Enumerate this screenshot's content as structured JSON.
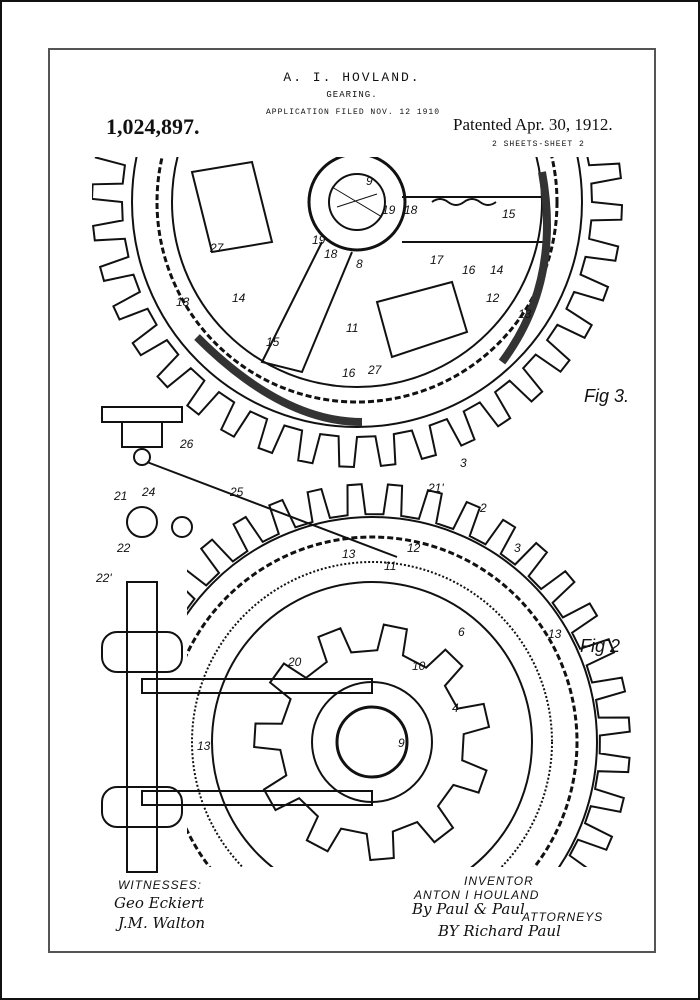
{
  "header": {
    "inventor_name": "A. I. HOVLAND.",
    "subject": "GEARING.",
    "application": "APPLICATION FILED NOV. 12 1910",
    "patent_number": "1,024,897.",
    "patented": "Patented Apr. 30, 1912.",
    "sheets": "2 SHEETS-SHEET 2"
  },
  "figures": {
    "fig3": {
      "label": "Fig 3.",
      "numerals": [
        "9",
        "19",
        "18",
        "18",
        "19",
        "8",
        "17",
        "16",
        "14",
        "15",
        "12",
        "13",
        "13",
        "14",
        "27",
        "15",
        "11",
        "16",
        "27",
        "3"
      ]
    },
    "fig2": {
      "label": "Fig 2",
      "numerals": [
        "26",
        "25",
        "24",
        "21",
        "22",
        "22'",
        "21'",
        "2",
        "3",
        "13",
        "12",
        "11",
        "6",
        "13",
        "10",
        "4",
        "20",
        "9",
        "13"
      ]
    }
  },
  "footer": {
    "witnesses_label": "WITNESSES:",
    "witness_1": "Geo Eckiert",
    "witness_2": "J.M. Walton",
    "inventor_label": "INVENTOR",
    "inventor": "ANTON I HOULAND",
    "by_1": "By Paul & Paul",
    "attorneys_label": "ATTORNEYS",
    "by_2": "BY Richard Paul"
  },
  "colors": {
    "ink": "#111111",
    "paper": "#ffffff",
    "frame": "#555555"
  }
}
